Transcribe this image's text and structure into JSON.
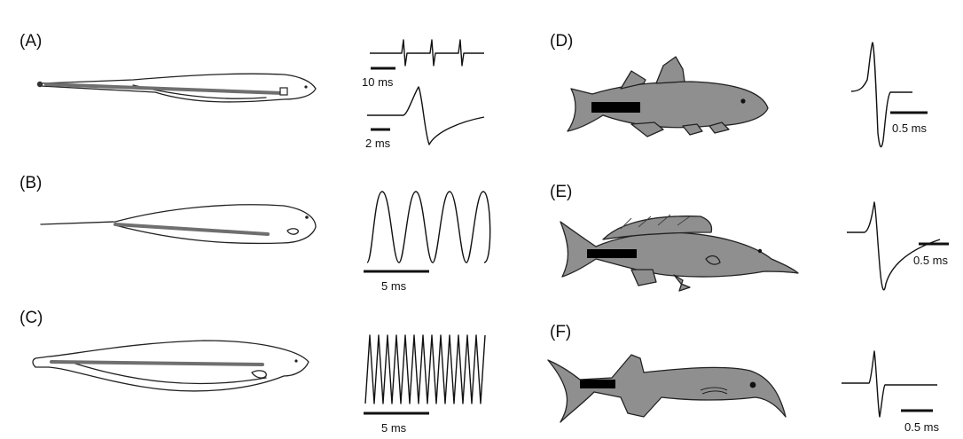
{
  "panels": [
    {
      "id": "A",
      "label": "(A)",
      "scale_labels": [
        "10 ms",
        "2 ms"
      ]
    },
    {
      "id": "B",
      "label": "(B)",
      "scale_labels": [
        "5 ms"
      ]
    },
    {
      "id": "C",
      "label": "(C)",
      "scale_labels": [
        "5 ms"
      ]
    },
    {
      "id": "D",
      "label": "(D)",
      "scale_labels": [
        "0.5 ms"
      ]
    },
    {
      "id": "E",
      "label": "(E)",
      "scale_labels": [
        "0.5 ms"
      ]
    },
    {
      "id": "F",
      "label": "(F)",
      "scale_labels": [
        "0.5 ms"
      ]
    }
  ]
}
